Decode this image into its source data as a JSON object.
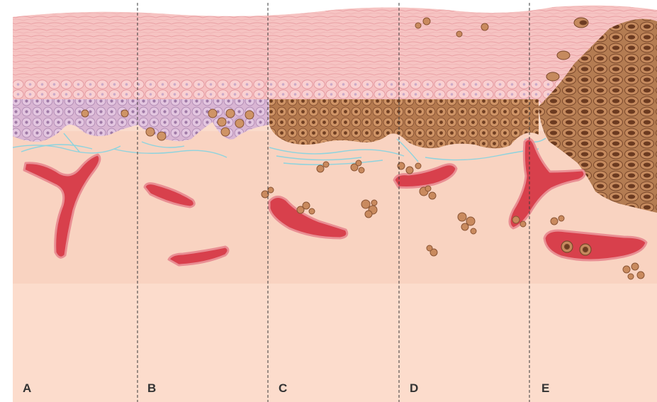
{
  "panels": [
    {
      "label": "A"
    },
    {
      "label": "B"
    },
    {
      "label": "C"
    },
    {
      "label": "D"
    },
    {
      "label": "E"
    }
  ],
  "colors": {
    "background": "#fadbcb",
    "stratum_corneum": "#f5bcbd",
    "cell_pink": "#f7c2c4",
    "cell_purple": "#d3b6d7",
    "melanocyte": "#c98a5e",
    "melanocyte_dark": "#8a5434",
    "vessel": "#d8404c",
    "collagen": "#8ed3de",
    "label_text": "#333333"
  }
}
